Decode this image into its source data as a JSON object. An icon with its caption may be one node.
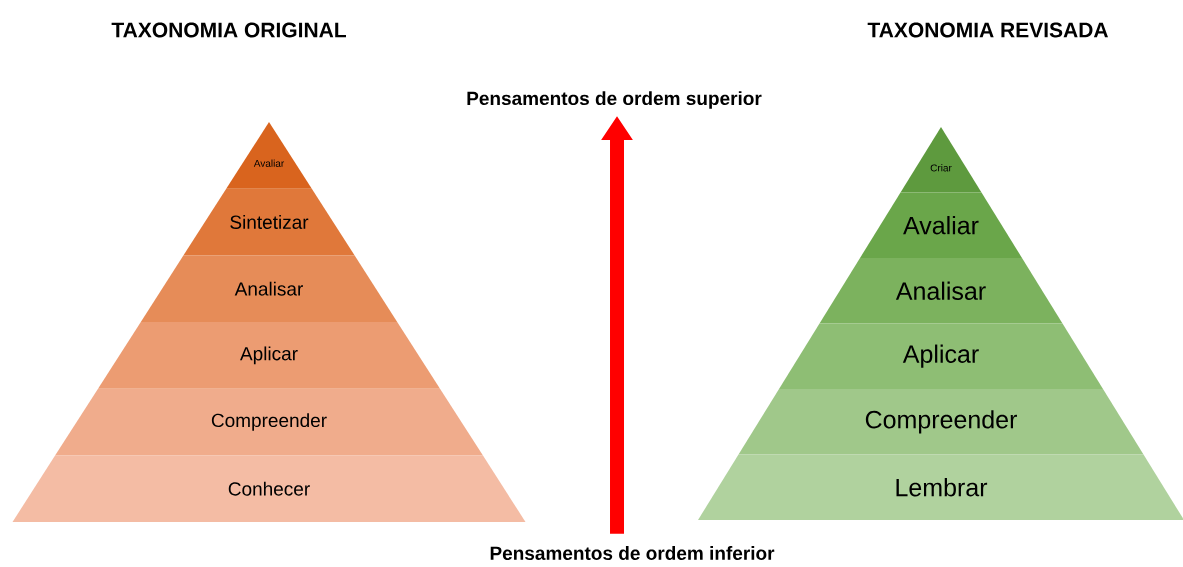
{
  "diagram": {
    "nodes": [
      {
        "text": [
          "Avaliar"
        ]
      },
      {
        "text": [
          "Sintetizar"
        ]
      },
      {
        "text": [
          "Analisar"
        ]
      },
      {
        "text": [
          "Aplicar"
        ]
      },
      {
        "text": [
          "Compreender"
        ]
      },
      {
        "text": [
          "Conhecer"
        ]
      },
      {
        "text": [
          "Criar"
        ]
      },
      {
        "text": [
          "Avaliar"
        ]
      },
      {
        "text": [
          "Analisar"
        ]
      },
      {
        "text": [
          "Aplicar"
        ]
      },
      {
        "text": [
          "Compreender"
        ]
      },
      {
        "text": [
          "Lembrar"
        ]
      },
      {
        "text": [
          "Pensamentos de ordem superior"
        ]
      },
      {
        "text": [
          "Pensamentos de ordem inferior"
        ]
      }
    ],
    "edges": [
      {
        "from": 13,
        "to": 12,
        "arrow": "to",
        "color": "#ff0000"
      }
    ],
    "labels": [
      "TAXONOMIA ORIGINAL",
      "TAXONOMIA REVISADA"
    ]
  }
}
